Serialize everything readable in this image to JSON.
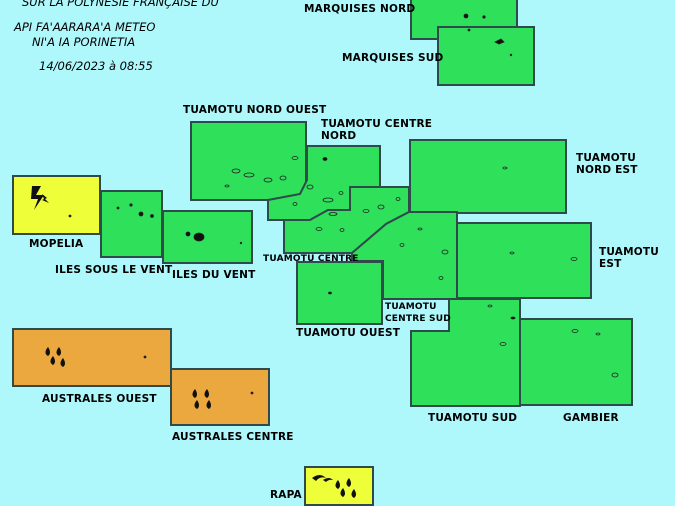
{
  "header": {
    "line1": "SUR LA POLYNESIE FRANÇAISE DU",
    "line2": "API FA'AARARA'A METEO",
    "line3": "NI'A IA PORINETIA",
    "datetime": "14/06/2023 à 08:55"
  },
  "legend_colors": {
    "green": "#2fe05b",
    "yellow": "#eeff3a",
    "orange": "#eaa83e",
    "sea": "#aef7fb"
  },
  "zones": [
    {
      "id": "marquises-nord",
      "name": "MARQUISES NORD",
      "level": "green"
    },
    {
      "id": "marquises-sud",
      "name": "MARQUISES SUD",
      "level": "green"
    },
    {
      "id": "tuamotu-nord-ouest",
      "name": "TUAMOTU NORD OUEST",
      "level": "green"
    },
    {
      "id": "tuamotu-centre-nord",
      "name": "TUAMOTU CENTRE NORD",
      "level": "green"
    },
    {
      "id": "tuamotu-nord-est",
      "name": "TUAMOTU NORD EST",
      "level": "green"
    },
    {
      "id": "mopelia",
      "name": "MOPELIA",
      "level": "yellow",
      "hazard": "thunderstorm-icon"
    },
    {
      "id": "iles-sous-le-vent",
      "name": "ILES SOUS LE VENT",
      "level": "green"
    },
    {
      "id": "iles-du-vent",
      "name": "ILES DU VENT",
      "level": "green"
    },
    {
      "id": "tuamotu-centre",
      "name": "TUAMOTU CENTRE",
      "level": "green"
    },
    {
      "id": "tuamotu-est",
      "name": "TUAMOTU EST",
      "level": "green"
    },
    {
      "id": "tuamotu-centre-sud",
      "name": "TUAMOTU CENTRE SUD",
      "level": "green"
    },
    {
      "id": "tuamotu-ouest",
      "name": "TUAMOTU OUEST",
      "level": "green"
    },
    {
      "id": "australes-ouest",
      "name": "AUSTRALES OUEST",
      "level": "orange",
      "hazard": "heavy-rain-icon"
    },
    {
      "id": "australes-centre",
      "name": "AUSTRALES CENTRE",
      "level": "orange",
      "hazard": "heavy-rain-icon"
    },
    {
      "id": "tuamotu-sud",
      "name": "TUAMOTU SUD",
      "level": "green"
    },
    {
      "id": "gambier",
      "name": "GAMBIER",
      "level": "green"
    },
    {
      "id": "rapa",
      "name": "RAPA",
      "level": "yellow",
      "hazard": "wind-rain-icon"
    }
  ],
  "labels": {
    "marquises_nord": "MARQUISES NORD",
    "marquises_sud": "MARQUISES SUD",
    "tuamotu_nord_ouest": "TUAMOTU NORD OUEST",
    "tuamotu_centre_nord_1": "TUAMOTU CENTRE",
    "tuamotu_centre_nord_2": "NORD",
    "tuamotu_nord_est_1": "TUAMOTU",
    "tuamotu_nord_est_2": "NORD EST",
    "mopelia": "MOPELIA",
    "iles_sous_le_vent": "ILES SOUS LE VENT",
    "iles_du_vent": "ILES DU VENT",
    "tuamotu_centre": "TUAMOTU CENTRE",
    "tuamotu_est_1": "TUAMOTU",
    "tuamotu_est_2": "EST",
    "tuamotu_centre_sud_1": "TUAMOTU",
    "tuamotu_centre_sud_2": "CENTRE SUD",
    "tuamotu_ouest": "TUAMOTU OUEST",
    "australes_ouest": "AUSTRALES OUEST",
    "australes_centre": "AUSTRALES CENTRE",
    "tuamotu_sud": "TUAMOTU SUD",
    "gambier": "GAMBIER",
    "rapa": "RAPA"
  }
}
